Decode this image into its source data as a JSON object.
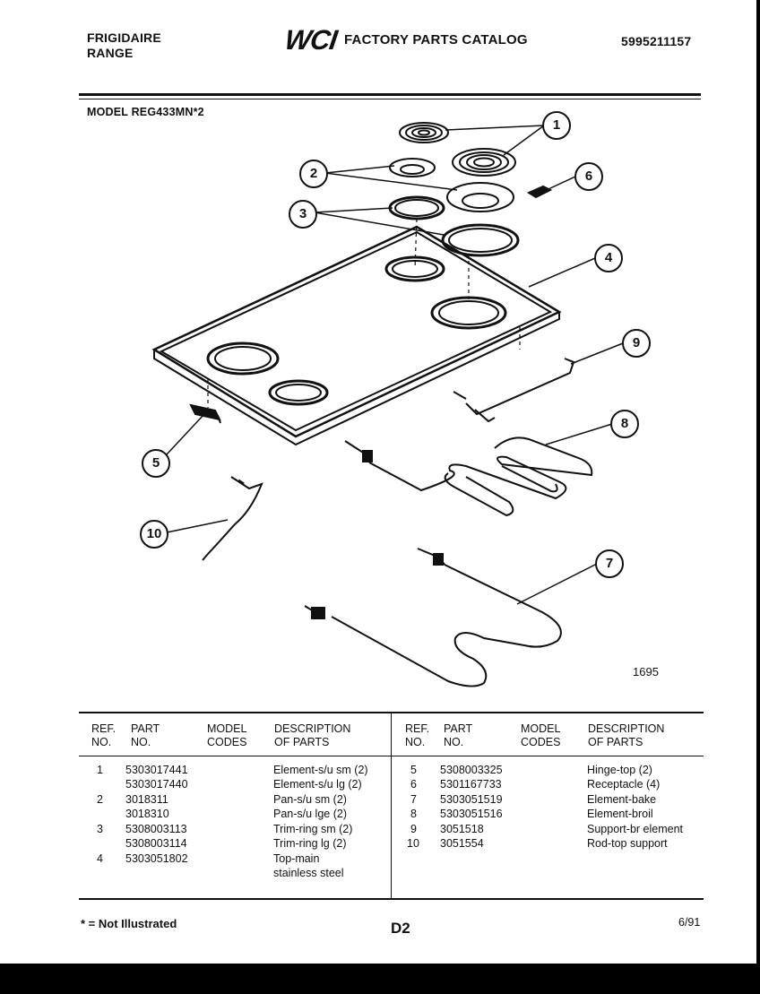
{
  "header": {
    "brand": "FRIGIDAIRE",
    "product": "RANGE",
    "logo": "WCI",
    "catalog_title": "FACTORY PARTS CATALOG",
    "catalog_number": "5995211157"
  },
  "model_label": "MODEL REG433MN*2",
  "diagram": {
    "drawing_number": "1695",
    "callouts": [
      "1",
      "2",
      "3",
      "4",
      "5",
      "6",
      "7",
      "8",
      "9",
      "10"
    ]
  },
  "table": {
    "headers": {
      "ref": [
        "REF.",
        "NO."
      ],
      "part": [
        "PART",
        "NO."
      ],
      "model": [
        "MODEL",
        "CODES"
      ],
      "desc": [
        "DESCRIPTION",
        "OF PARTS"
      ]
    },
    "left_rows": [
      {
        "ref": "1",
        "part": "5303017441",
        "desc": "Element-s/u sm (2)"
      },
      {
        "ref": "",
        "part": "5303017440",
        "desc": "Element-s/u lg (2)"
      },
      {
        "ref": "2",
        "part": "3018311",
        "desc": "Pan-s/u sm (2)"
      },
      {
        "ref": "",
        "part": "3018310",
        "desc": "Pan-s/u lge (2)"
      },
      {
        "ref": "3",
        "part": "5308003113",
        "desc": "Trim-ring sm (2)"
      },
      {
        "ref": "",
        "part": "5308003114",
        "desc": "Trim-ring lg (2)"
      },
      {
        "ref": "4",
        "part": "5303051802",
        "desc": "Top-main"
      },
      {
        "ref": "",
        "part": "",
        "desc": "stainless steel"
      }
    ],
    "right_rows": [
      {
        "ref": "5",
        "part": "5308003325",
        "desc": "Hinge-top (2)"
      },
      {
        "ref": "6",
        "part": "5301167733",
        "desc": "Receptacle (4)"
      },
      {
        "ref": "7",
        "part": "5303051519",
        "desc": "Element-bake"
      },
      {
        "ref": "8",
        "part": "5303051516",
        "desc": "Element-broil"
      },
      {
        "ref": "9",
        "part": "3051518",
        "desc": "Support-br element"
      },
      {
        "ref": "10",
        "part": "3051554",
        "desc": "Rod-top support"
      }
    ]
  },
  "footer": {
    "note": "* = Not Illustrated",
    "page": "D2",
    "date": "6/91"
  }
}
